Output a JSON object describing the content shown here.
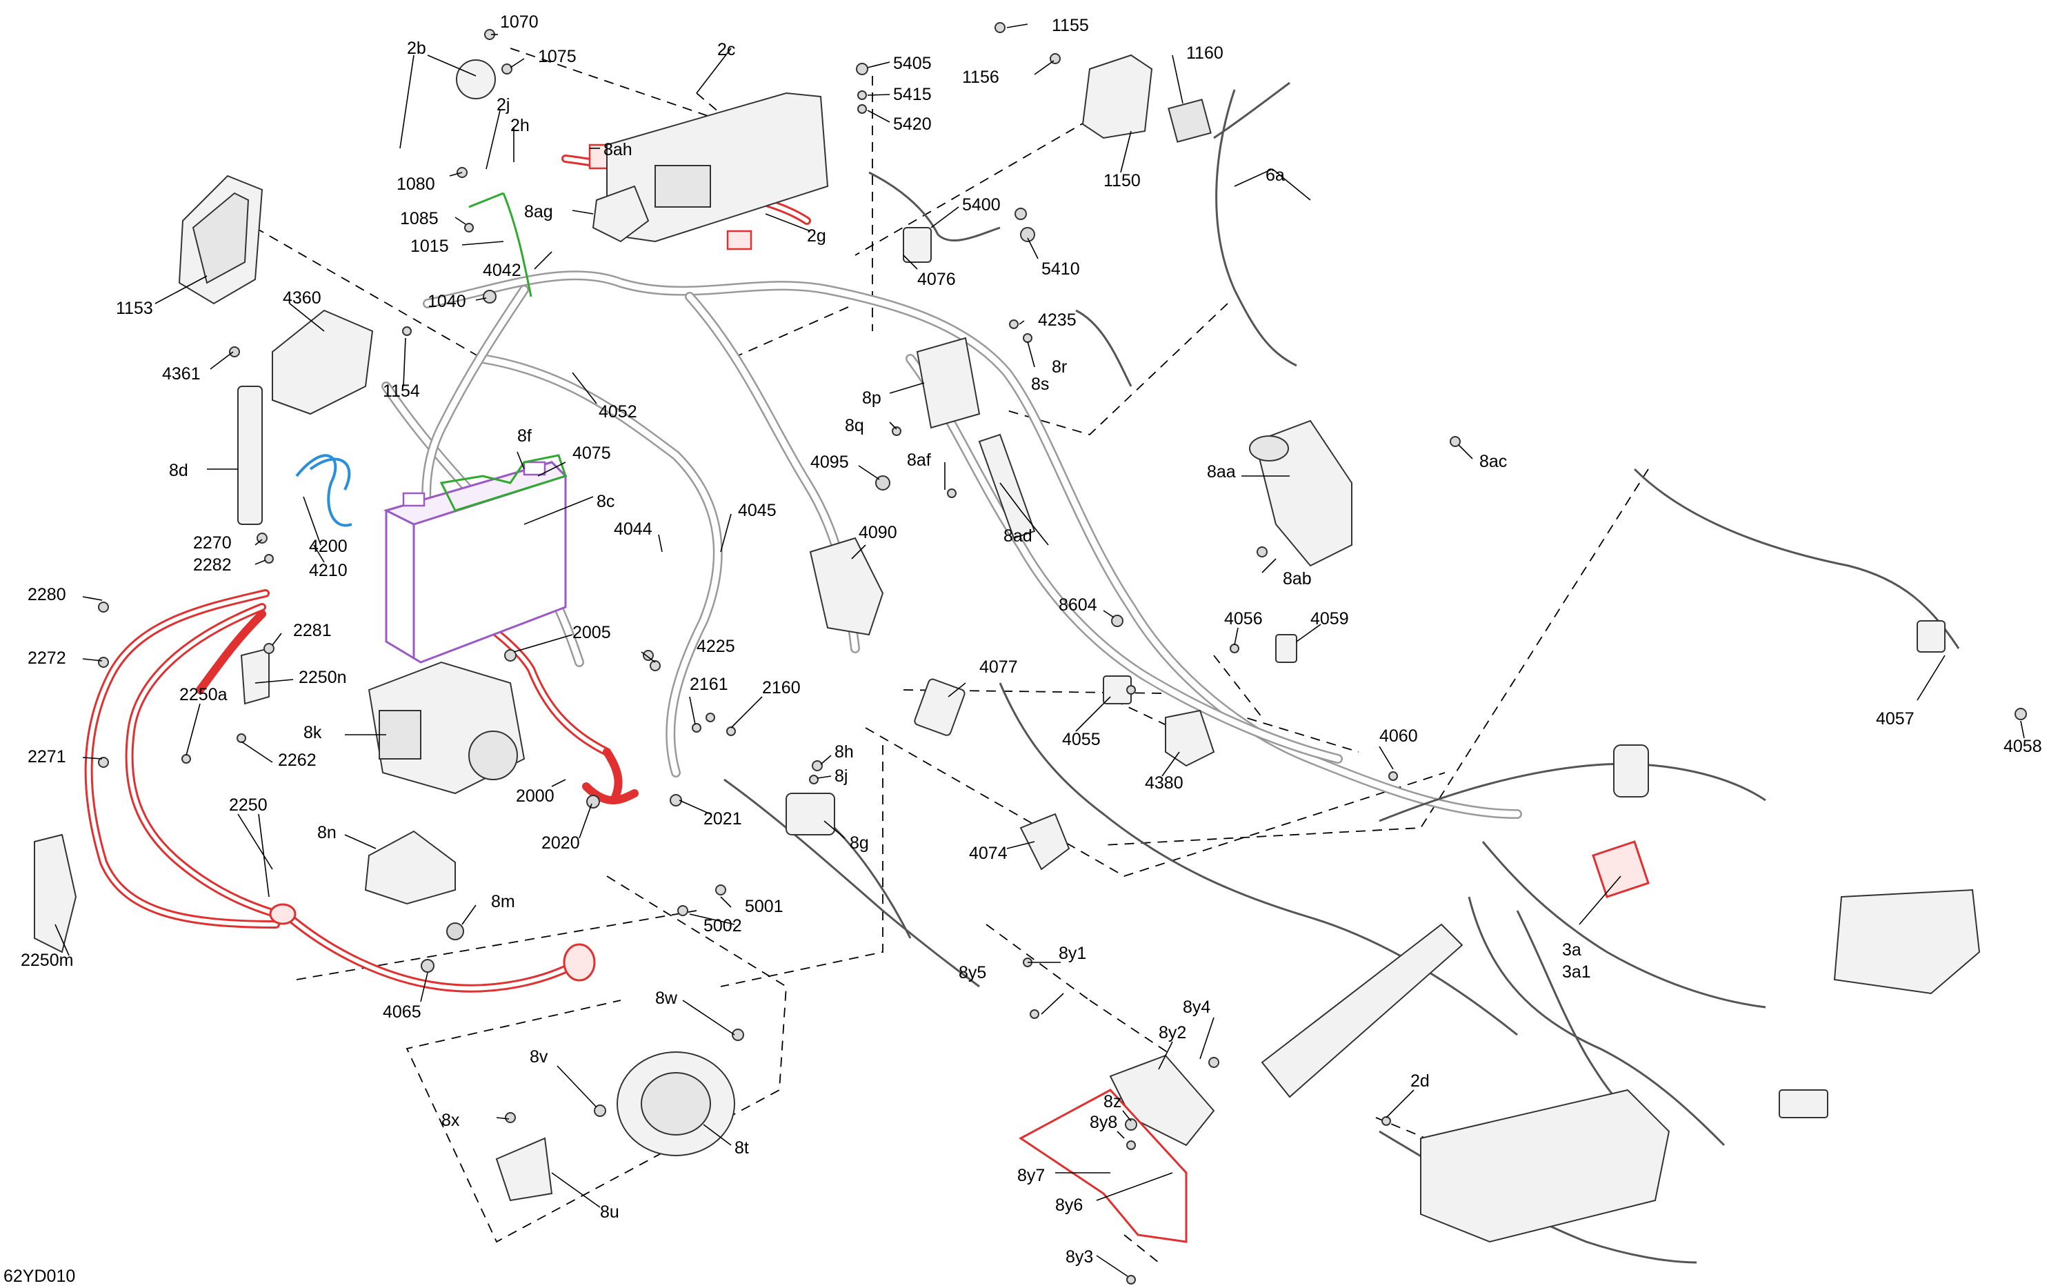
{
  "figure_code": "62YD010",
  "labels": [
    "1070",
    "1075",
    "2b",
    "2c",
    "2j",
    "2h",
    "8ah",
    "1080",
    "1085",
    "1015",
    "8ag",
    "2g",
    "4042",
    "1040",
    "1153",
    "4360",
    "4361",
    "1154",
    "4052",
    "5405",
    "5415",
    "5420",
    "5400",
    "4076",
    "5410",
    "4235",
    "1155",
    "1156",
    "1160",
    "1150",
    "6a",
    "8r",
    "8s",
    "8p",
    "8q",
    "8f",
    "4075",
    "8c",
    "8d",
    "4200",
    "4210",
    "2270",
    "2282",
    "4044",
    "4045",
    "4095",
    "8af",
    "4090",
    "8ad",
    "8604",
    "8aa",
    "8ac",
    "8ab",
    "2280",
    "2272",
    "2281",
    "2250n",
    "2250a",
    "2262",
    "2271",
    "2005",
    "4225",
    "2161",
    "2160",
    "8k",
    "8h",
    "8j",
    "8g",
    "2000",
    "2020",
    "2021",
    "2250",
    "8n",
    "8m",
    "2250m",
    "4065",
    "5001",
    "5002",
    "8w",
    "8v",
    "8x",
    "8t",
    "8u",
    "4077",
    "4055",
    "4380",
    "4074",
    "4056",
    "4059",
    "4060",
    "4057",
    "4058",
    "3a",
    "3a1",
    "8y1",
    "8y5",
    "8y4",
    "8y2",
    "8z",
    "8y8",
    "8y7",
    "8y6",
    "8y3",
    "2d"
  ],
  "colors": {
    "red": "#e03030",
    "green": "#2eaa2e",
    "blue": "#2a8fd8",
    "purple": "#9b59c4",
    "line": "#000000"
  }
}
